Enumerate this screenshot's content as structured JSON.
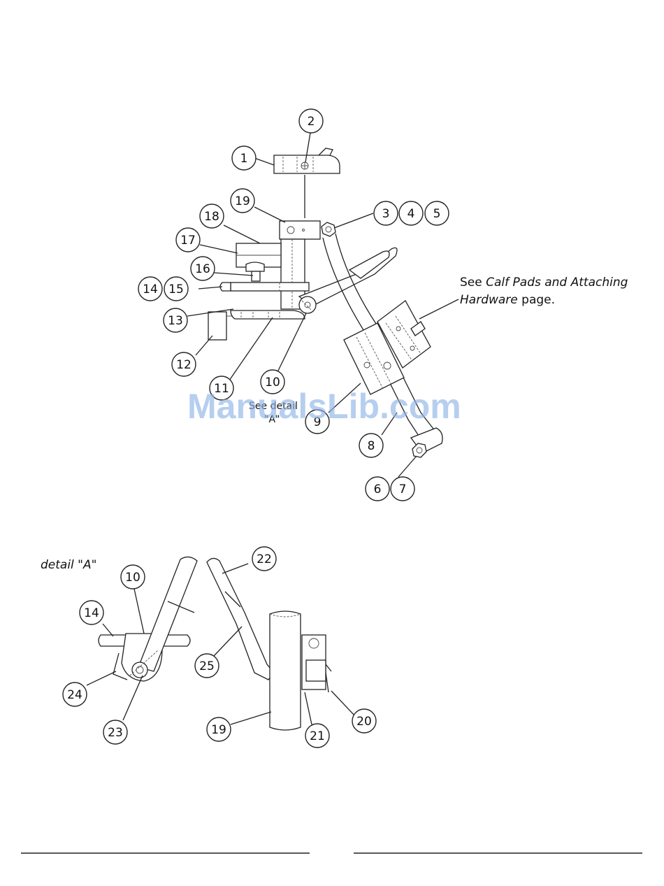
{
  "callouts": {
    "c1": "1",
    "c2": "2",
    "c3": "3",
    "c4": "4",
    "c5": "5",
    "c6": "6",
    "c7": "7",
    "c8": "8",
    "c9": "9",
    "c10": "10",
    "c11": "11",
    "c12": "12",
    "c13": "13",
    "c14": "14",
    "c15": "15",
    "c16": "16",
    "c17": "17",
    "c18": "18",
    "c19": "19",
    "d10": "10",
    "d14": "14",
    "d19": "19",
    "d20": "20",
    "d21": "21",
    "d22": "22",
    "d23": "23",
    "d24": "24",
    "d25": "25"
  },
  "note": {
    "line1_a": "See ",
    "line1_b": "Calf Pads and Attaching",
    "line2_a": "Hardware",
    "line2_b": " page."
  },
  "see_detail": {
    "line1": "See detail",
    "line2": "\"A\""
  },
  "detail_label": "detail \"A\"",
  "watermark": "ManualsLib.com"
}
